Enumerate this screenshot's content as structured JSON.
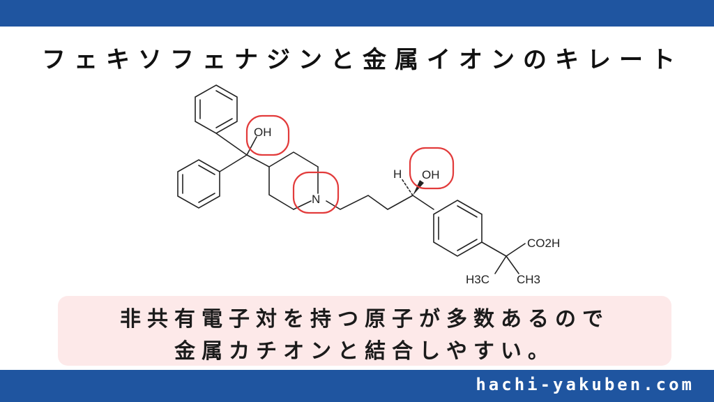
{
  "header": {
    "title": "フェキソフェナジンと金属イオンのキレート"
  },
  "diagram": {
    "labels": {
      "oh_top": "OH",
      "oh_chain": "OH",
      "h_chain": "H",
      "nitrogen": "N",
      "carboxyl": "CO2H",
      "methyl_left": "H3C",
      "methyl_right": "CH3"
    },
    "highlight_color": "#e23b3b"
  },
  "caption": {
    "line1": "非共有電子対を持つ原子が多数あるので",
    "line2": "金属カチオンと結合しやすい。"
  },
  "footer": {
    "site": "hachi-yakuben.com"
  },
  "colors": {
    "bar": "#1f55a0",
    "caption_bg": "#fde9e9"
  }
}
